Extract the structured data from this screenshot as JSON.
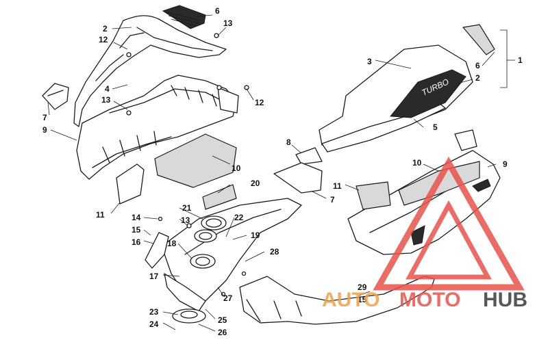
{
  "diagram": {
    "callouts": [
      "1",
      "2",
      "3",
      "4",
      "5",
      "6",
      "7",
      "8",
      "9",
      "10",
      "11",
      "12",
      "13",
      "14",
      "15",
      "16",
      "17",
      "18",
      "19",
      "20",
      "21",
      "22",
      "23",
      "24",
      "25",
      "26",
      "27",
      "28",
      "29"
    ],
    "labels": [
      {
        "id": "c6a",
        "text": "6"
      },
      {
        "id": "c13a",
        "text": "13"
      },
      {
        "id": "c2a",
        "text": "2"
      },
      {
        "id": "c12a",
        "text": "12"
      },
      {
        "id": "c4",
        "text": "4"
      },
      {
        "id": "c13b",
        "text": "13"
      },
      {
        "id": "c12b",
        "text": "12"
      },
      {
        "id": "c7a",
        "text": "7"
      },
      {
        "id": "c9a",
        "text": "9"
      },
      {
        "id": "c10a",
        "text": "10"
      },
      {
        "id": "c11a",
        "text": "11"
      },
      {
        "id": "c20",
        "text": "20"
      },
      {
        "id": "c14",
        "text": "14"
      },
      {
        "id": "c21",
        "text": "21"
      },
      {
        "id": "c13c",
        "text": "13"
      },
      {
        "id": "c22",
        "text": "22"
      },
      {
        "id": "c15a",
        "text": "15"
      },
      {
        "id": "c16",
        "text": "16"
      },
      {
        "id": "c18",
        "text": "18"
      },
      {
        "id": "c19",
        "text": "19"
      },
      {
        "id": "c28",
        "text": "28"
      },
      {
        "id": "c17",
        "text": "17"
      },
      {
        "id": "c27",
        "text": "27"
      },
      {
        "id": "c23",
        "text": "23"
      },
      {
        "id": "c24",
        "text": "24"
      },
      {
        "id": "c25",
        "text": "25"
      },
      {
        "id": "c26",
        "text": "26"
      },
      {
        "id": "c3",
        "text": "3"
      },
      {
        "id": "c1",
        "text": "1"
      },
      {
        "id": "c6b",
        "text": "6"
      },
      {
        "id": "c2b",
        "text": "2"
      },
      {
        "id": "c5",
        "text": "5"
      },
      {
        "id": "c8",
        "text": "8"
      },
      {
        "id": "c7b",
        "text": "7"
      },
      {
        "id": "c10b",
        "text": "10"
      },
      {
        "id": "c9b",
        "text": "9"
      },
      {
        "id": "c11b",
        "text": "11"
      },
      {
        "id": "c29",
        "text": "29"
      },
      {
        "id": "c15b",
        "text": "15"
      }
    ]
  },
  "decal_text": "TURBO",
  "watermark": {
    "brand_auto": "AUTO",
    "brand_moto": "MOTO",
    "brand_hub": "HUB",
    "color_red": "#e8534b",
    "color_orange": "#f0a04a",
    "color_dark": "#3a3a3a"
  }
}
